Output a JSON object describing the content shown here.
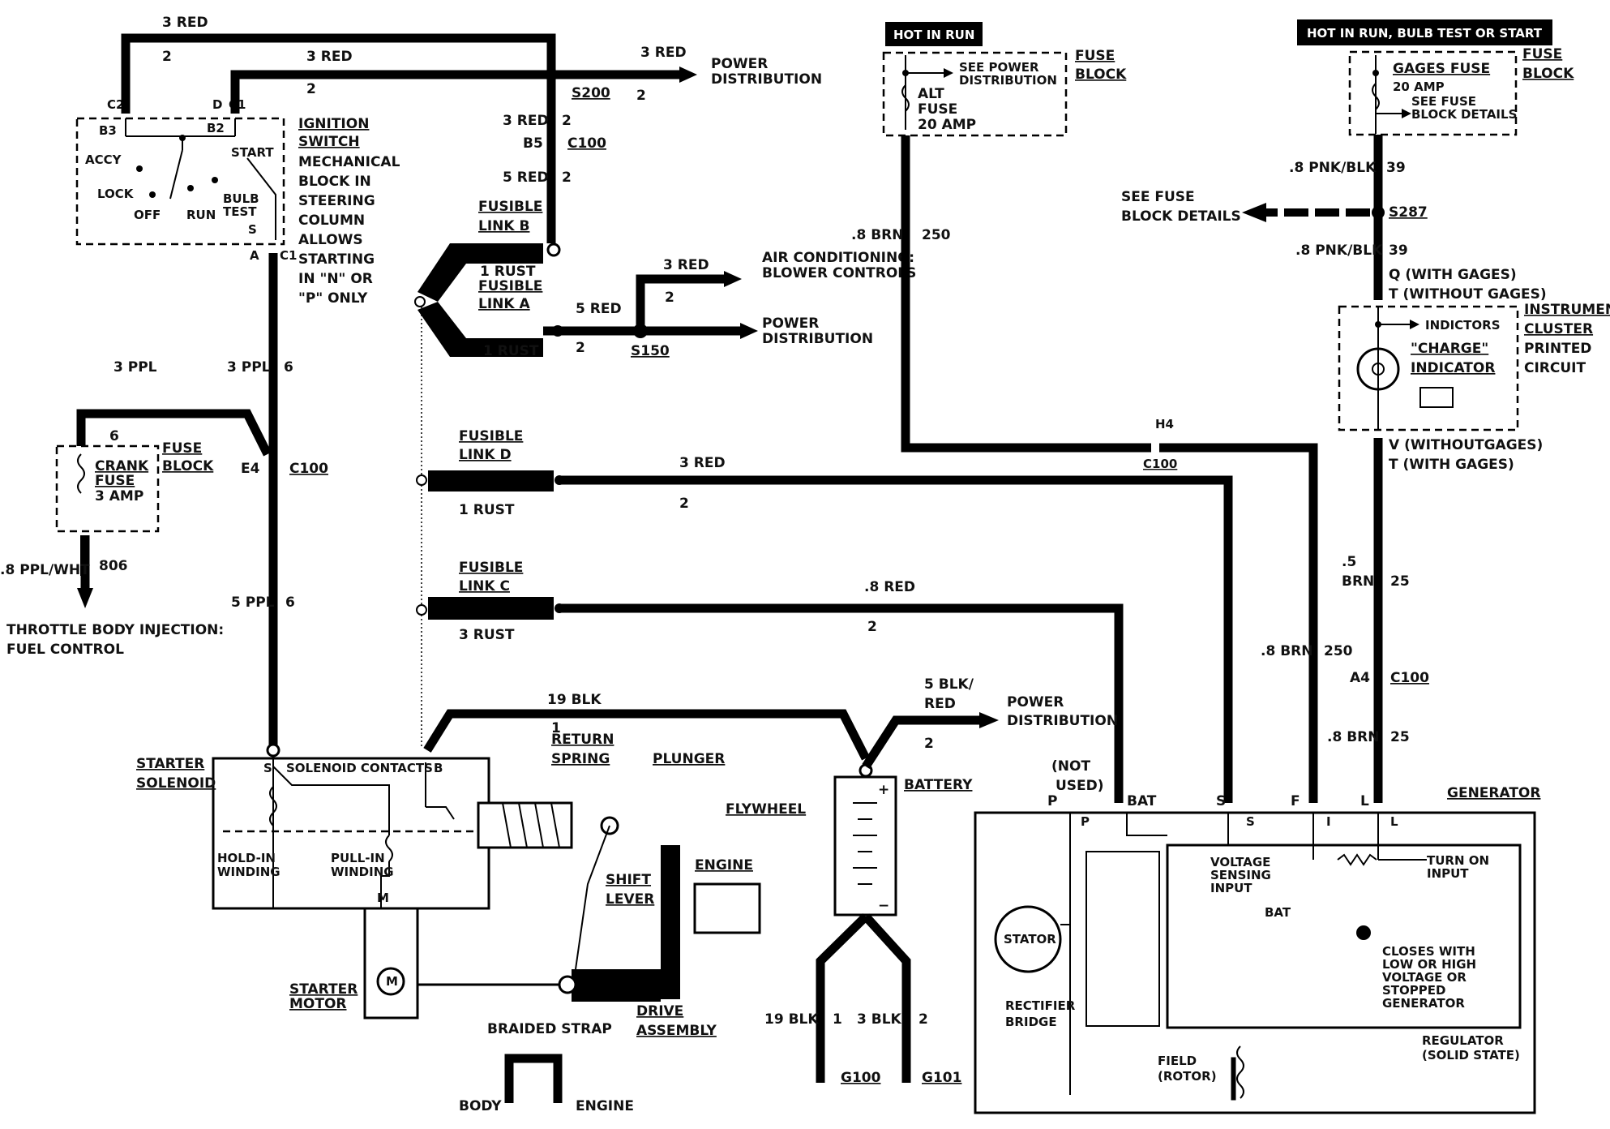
{
  "ignition": {
    "c2": "C2",
    "c1_top": "C1",
    "b3": "B3",
    "b2": "B2",
    "d": "D",
    "accy": "ACCY",
    "lock": "LOCK",
    "off": "OFF",
    "run": "RUN",
    "start": "START",
    "bulb": "BULB",
    "test": "TEST",
    "s": "S",
    "a": "A",
    "c1_bot": "C1",
    "title1": "IGNITION",
    "title2": "SWITCH",
    "desc": [
      "MECHANICAL",
      "BLOCK IN",
      "STEERING",
      "COLUMN",
      "ALLOWS",
      "STARTING",
      "IN \"N\" OR",
      "\"P\" ONLY"
    ]
  },
  "wires": {
    "w3red_top": "3 RED",
    "w2_top": "2",
    "w3red_2": "3 RED",
    "w2_2": "2",
    "w3red_pd": "3 RED",
    "w2_pd": "2",
    "s200": "S200",
    "w3red_b5": "3 RED",
    "w2_b5": "2",
    "b5": "B5",
    "c100_b5": "C100",
    "w5red": "5 RED",
    "w2_5red": "2",
    "w3ppl": "3 PPL",
    "w6_3ppl": "6",
    "w3ppl_fuse": "3 PPL",
    "w6_fuse": "6",
    "e4": "E4",
    "c100_e4": "C100",
    "w5ppl": "5 PPL",
    "w6_5ppl": "6",
    "w8pplwht": ".8 PPL/WHT",
    "w806": "806",
    "w3red_ac": "3 RED",
    "w2_ac": "2",
    "w5red_150": "5 RED",
    "w2_150": "2",
    "s150": "S150",
    "w3red_d": "3 RED",
    "w2_d": "2",
    "w8red_c": ".8 RED",
    "w2_c": "2",
    "w19blk": "19 BLK",
    "w1_19": "1",
    "w5blk": "5 BLK/",
    "wred": "RED",
    "w2_batt": "2",
    "w8brn_top": ".8 BRN",
    "w250_top": "250",
    "h4": "H4",
    "c100_h4": "C100",
    "w8brn_f": ".8 BRN",
    "w250_f": "250",
    "w8pnkblk1": ".8 PNK/BLK",
    "w39_1": "39",
    "s287": "S287",
    "w8pnkblk2": ".8 PNK/BLK",
    "w39_2": "39",
    "w5": ".5",
    "brn": "BRN",
    "w25_1": "25",
    "a4": "A4",
    "c100_a4": "C100",
    "w8brn_l": ".8 BRN",
    "w25_2": "25",
    "w19blk_g": "19 BLK",
    "w1_g": "1",
    "w3blk_g": "3 BLK",
    "w2_g": "2",
    "g100": "G100",
    "g101": "G101"
  },
  "labels": {
    "power_dist_1": [
      "POWER",
      "DISTRIBUTION"
    ],
    "power_dist_2": [
      "POWER",
      "DISTRIBUTION"
    ],
    "power_dist_3": [
      "POWER",
      "DISTRIBUTION"
    ],
    "ac_blower": [
      "AIR CONDITIONING:",
      "BLOWER CONTROLS"
    ],
    "fuse_block_crank": [
      "FUSE",
      "BLOCK"
    ],
    "crank_fuse": [
      "CRANK",
      "FUSE",
      "3 AMP"
    ],
    "tbi": [
      "THROTTLE BODY INJECTION:",
      "FUEL CONTROL"
    ],
    "fusible_b": [
      "FUSIBLE",
      "LINK B"
    ],
    "rust_1_b": "1 RUST",
    "fusible_a": [
      "FUSIBLE",
      "LINK A"
    ],
    "rust_1_a": "1 RUST",
    "fusible_d": [
      "FUSIBLE",
      "LINK D"
    ],
    "rust_1_d": "1 RUST",
    "fusible_c": [
      "FUSIBLE",
      "LINK C"
    ],
    "rust_3_c": "3 RUST",
    "hot_in_run": "HOT IN RUN",
    "hot_run_bulb": "HOT IN RUN, BULB TEST OR START",
    "see_power_dist": [
      "SEE POWER",
      "DISTRIBUTION"
    ],
    "alt_fuse": [
      "ALT",
      "FUSE",
      "20 AMP"
    ],
    "fuse_block_alt": [
      "FUSE",
      "BLOCK"
    ],
    "gages_fuse": "GAGES FUSE",
    "gages_amp": "20 AMP",
    "see_fuse_block": [
      "SEE FUSE",
      "BLOCK DETAILS"
    ],
    "fuse_block_gages": [
      "FUSE",
      "BLOCK"
    ],
    "see_fuse_details": [
      "SEE FUSE",
      "BLOCK DETAILS"
    ],
    "q_with": "Q (WITH GAGES)",
    "t_without": "T (WITHOUT GAGES)",
    "indictors": "INDICTORS",
    "charge": [
      "\"CHARGE\"",
      "INDICATOR"
    ],
    "instrument": [
      "INSTRUMENT",
      "CLUSTER",
      "PRINTED",
      "CIRCUIT"
    ],
    "v_without": "V (WITHOUTGAGES)",
    "t_with": "T (WITH GAGES)",
    "starter_solenoid": [
      "STARTER",
      "SOLENOID"
    ],
    "solenoid_contacts": "SOLENOID CONTACTS",
    "sol_s": "S",
    "sol_b": "B",
    "sol_m": "M",
    "return_spring": [
      "RETURN",
      "SPRING"
    ],
    "plunger": "PLUNGER",
    "flywheel": "FLYWHEEL",
    "engine_box": "ENGINE",
    "hold_in": [
      "HOLD-IN",
      "WINDING"
    ],
    "pull_in": [
      "PULL-IN",
      "WINDING"
    ],
    "shift_lever": [
      "SHIFT",
      "LEVER"
    ],
    "starter_motor": [
      "STARTER",
      "MOTOR"
    ],
    "motor_m": "M",
    "drive_assembly": [
      "DRIVE",
      "ASSEMBLY"
    ],
    "braided_strap": "BRAIDED STRAP",
    "body": "BODY",
    "engine_gnd": "ENGINE",
    "battery": "BATTERY",
    "batt_plus": "+",
    "batt_minus": "−",
    "not_used": [
      "(NOT",
      "USED)"
    ],
    "gen_p": "P",
    "gen_p2": "P",
    "gen_bat": "BAT",
    "gen_s": "S",
    "gen_s2": "S",
    "gen_f": "F",
    "gen_i": "I",
    "gen_l": "L",
    "gen_l2": "L",
    "generator": "GENERATOR",
    "voltage_sensing": [
      "VOLTAGE",
      "SENSING",
      "INPUT"
    ],
    "turn_on": [
      "TURN ON",
      "INPUT"
    ],
    "bat_inner": "BAT",
    "stator": "STATOR",
    "rectifier": [
      "RECTIFIER",
      "BRIDGE"
    ],
    "closes_with": [
      "CLOSES WITH",
      "LOW OR HIGH",
      "VOLTAGE OR",
      "STOPPED",
      "GENERATOR"
    ],
    "regulator": [
      "REGULATOR",
      "(SOLID STATE)"
    ],
    "field": [
      "FIELD",
      "(ROTOR)"
    ]
  }
}
